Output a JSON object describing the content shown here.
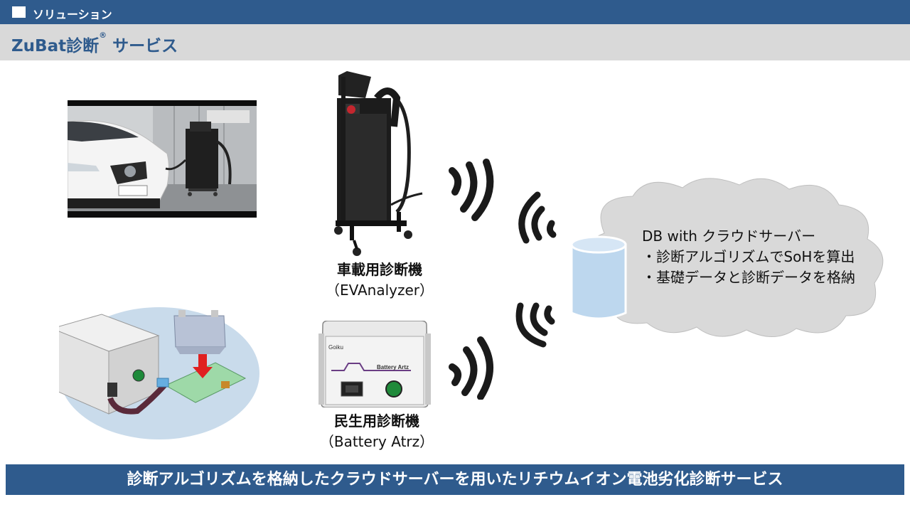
{
  "header": {
    "section_label": "ソリューション",
    "title_main": "ZuBat診断",
    "title_mark": "®",
    "title_rest": " サービス"
  },
  "devices": {
    "vehicle": {
      "name": "車載用診断機",
      "model": "（EVAnalyzer）"
    },
    "consumer": {
      "name": "民生用診断機",
      "model": "（Battery Atrz）",
      "device_brand": "Battery Artz"
    }
  },
  "cloud": {
    "title": "DB with クラウドサーバー",
    "items": [
      "・診断アルゴリズムでSoHを算出",
      "・基礎データと診断データを格納"
    ]
  },
  "footer": {
    "summary": "診断アルゴリズムを格納したクラウドサーバーを用いたリチウムイオン電池劣化診断サービス"
  },
  "colors": {
    "brand_blue": "#2f5b8d",
    "title_bg": "#d9d9d9",
    "cloud_fill": "#d9d9d9",
    "db_fill": "#bdd7ee"
  }
}
